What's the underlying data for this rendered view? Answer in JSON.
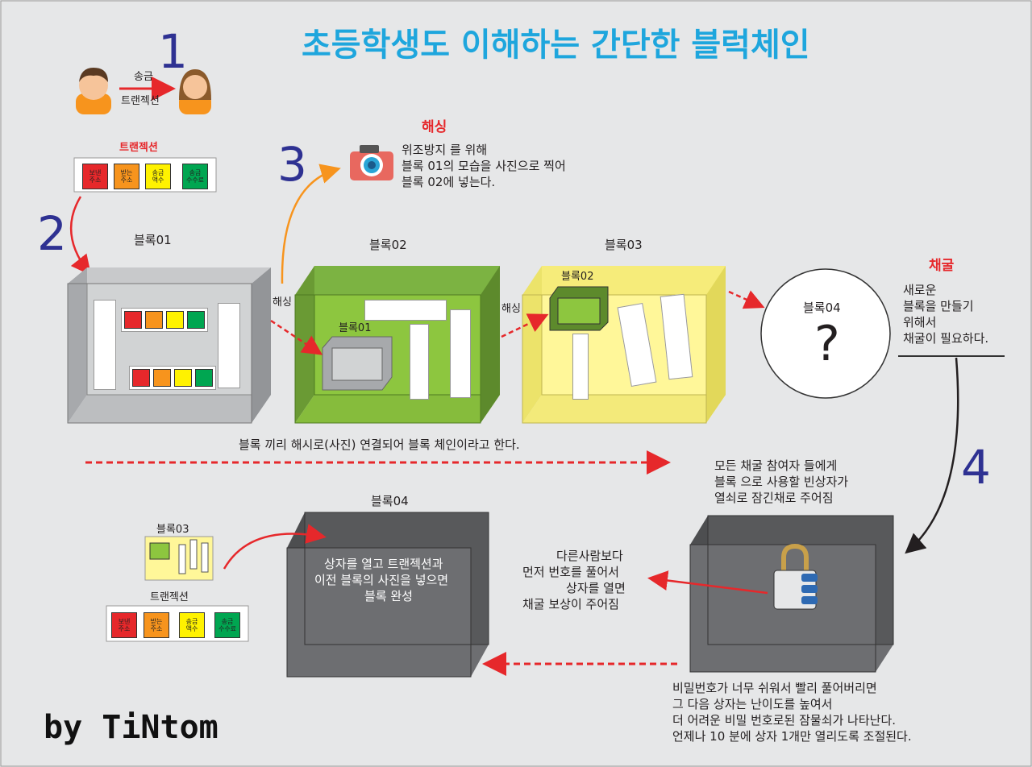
{
  "title": "초등학생도 이해하는 간단한 블럭체인",
  "steps": {
    "s1": "1",
    "s2": "2",
    "s3": "3",
    "s4": "4"
  },
  "transfer": {
    "send": "송금",
    "tx": "트랜젝션"
  },
  "transaction_box": {
    "label": "트랜젝션",
    "fields": [
      "보낸\n주소",
      "받는\n주소",
      "송금\n액수",
      "송금\n수수료"
    ],
    "colors": [
      "#e6282b",
      "#f7941d",
      "#fff200",
      "#00a651"
    ]
  },
  "hashing": {
    "title": "해싱",
    "lines": [
      "위조방지 를 위해",
      "블록 01의 모습을 사진으로 찍어",
      "블록 02에 넣는다."
    ]
  },
  "blocks": {
    "b01": "블록01",
    "b02": "블록02",
    "b03": "블록03",
    "b04": "블록04"
  },
  "hash_label": "해싱",
  "unknown": "?",
  "mining": {
    "title": "채굴",
    "lines": [
      "새로운",
      "블록을 만들기",
      "위해서",
      "채굴이 필요하다."
    ]
  },
  "chain_caption": "블록 끼리 해시로(사진) 연결되어 블록 체인이라고 한다.",
  "reward_box": {
    "lines": [
      "모든 채굴 참여자 들에게",
      "블록 으로 사용할 빈상자가",
      "열쇠로 잠긴채로 주어짐"
    ]
  },
  "solve": {
    "lines": [
      "다른사람보다",
      "먼저 번호를 풀어서",
      "상자를 열면",
      "채굴 보상이 주어짐"
    ]
  },
  "complete": {
    "lines": [
      "상자를 열고 트랜젝션과",
      "이전 블록의 사진을 넣으면",
      "블록 완성"
    ]
  },
  "difficulty": {
    "lines": [
      "비밀번호가 너무 쉬워서 빨리 풀어버리면",
      "그 다음 상자는 난이도를 높여서",
      "더 어려운 비밀 번호로된 잠물쇠가 나타난다.",
      "언제나 10 분에 상자 1개만 열리도록 조절된다."
    ]
  },
  "signature": "by TiNtom",
  "colors": {
    "title": "#1ea6dd",
    "red": "#e6282b",
    "orange": "#f7941d",
    "yellow": "#fff200",
    "green": "#00a651",
    "step": "#2e3192",
    "block01": "#d1d3d4",
    "block02": "#8dc63f",
    "block03": "#fff799",
    "block04": "#6d6e71"
  }
}
